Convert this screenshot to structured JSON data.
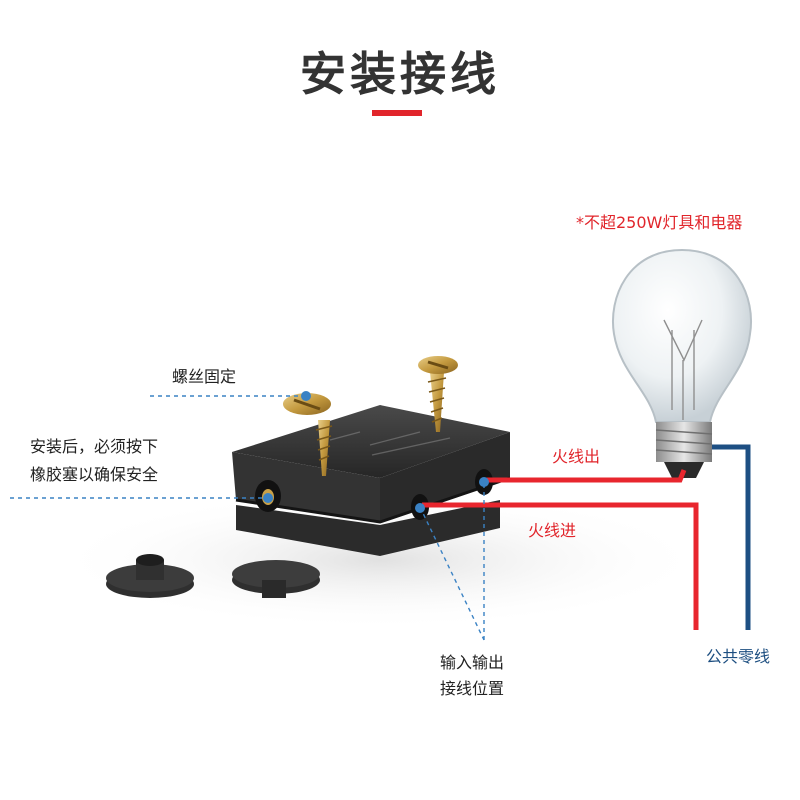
{
  "title": "安装接线",
  "colors": {
    "accent_red": "#e1252b",
    "wire_red": "#e8262e",
    "wire_blue": "#1d4f83",
    "leader_blue": "#3a82c4",
    "text_dark": "#222222"
  },
  "labels": {
    "warning": "*不超250W灯具和电器",
    "screw_fix": "螺丝固定",
    "plug_note_line1": "安装后，必须按下",
    "plug_note_line2": "橡胶塞以确保安全",
    "live_out": "火线出",
    "live_in": "火线进",
    "io_position_line1": "输入输出",
    "io_position_line2": "接线位置",
    "neutral": "公共零线"
  }
}
